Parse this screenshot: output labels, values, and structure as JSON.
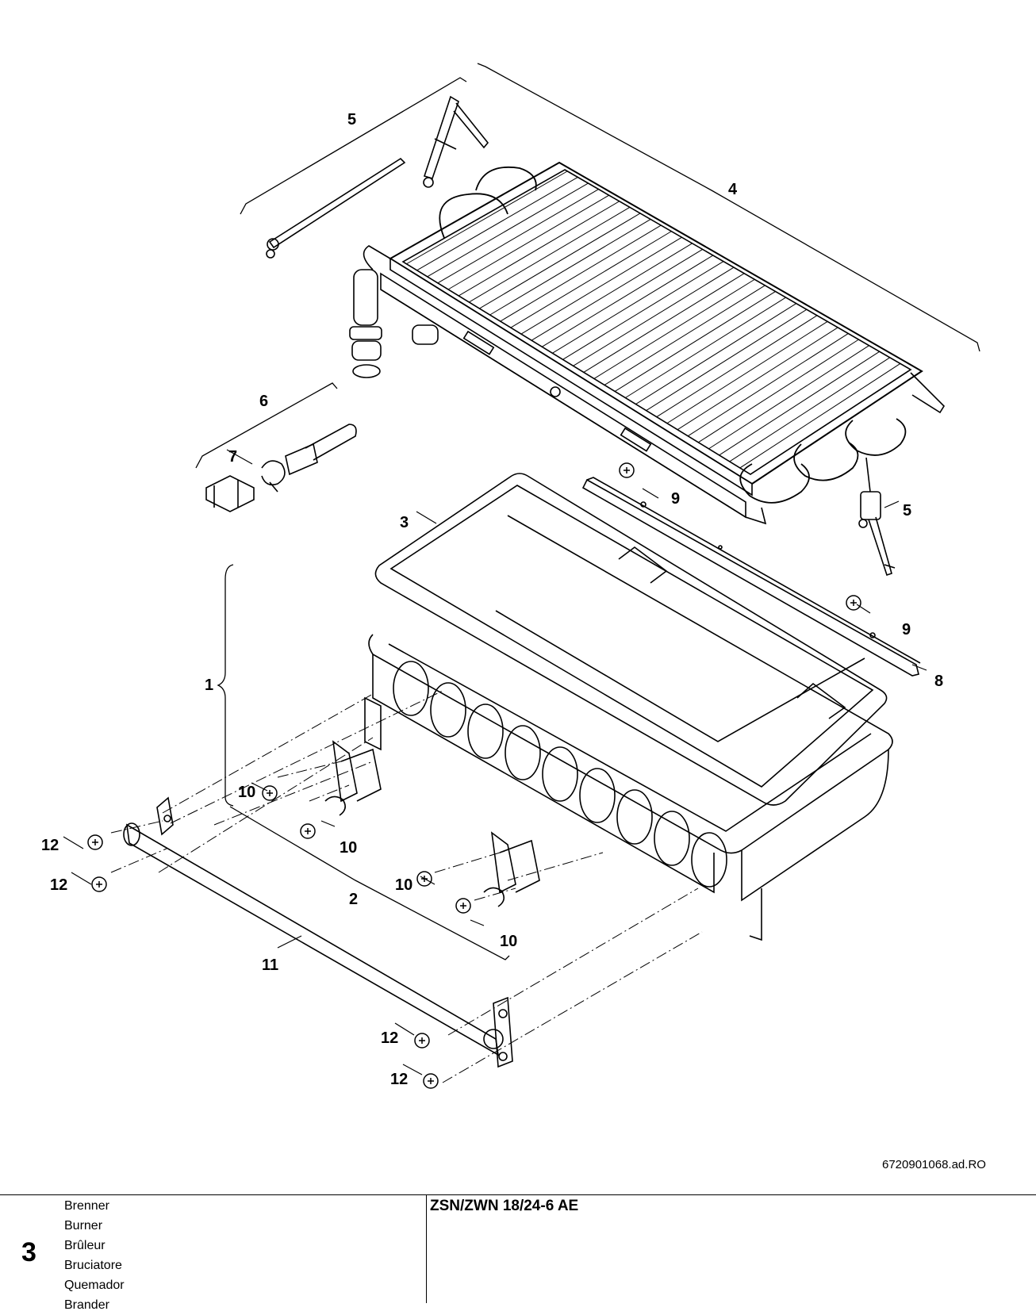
{
  "callouts": {
    "c1": "1",
    "c2": "2",
    "c3": "3",
    "c4": "4",
    "c5a": "5",
    "c5b": "5",
    "c6": "6",
    "c7": "7",
    "c8": "8",
    "c9a": "9",
    "c9b": "9",
    "c10a": "10",
    "c10b": "10",
    "c10c": "10",
    "c10d": "10",
    "c11": "11",
    "c12a": "12",
    "c12b": "12",
    "c12c": "12",
    "c12d": "12"
  },
  "drawing_id": "6720901068.ad.RO",
  "footer": {
    "group_number": "3",
    "names": [
      "Brenner",
      "Burner",
      "Brûleur",
      "Bruciatore",
      "Quemador",
      "Brander"
    ],
    "model": "ZSN/ZWN 18/24-6 AE"
  }
}
